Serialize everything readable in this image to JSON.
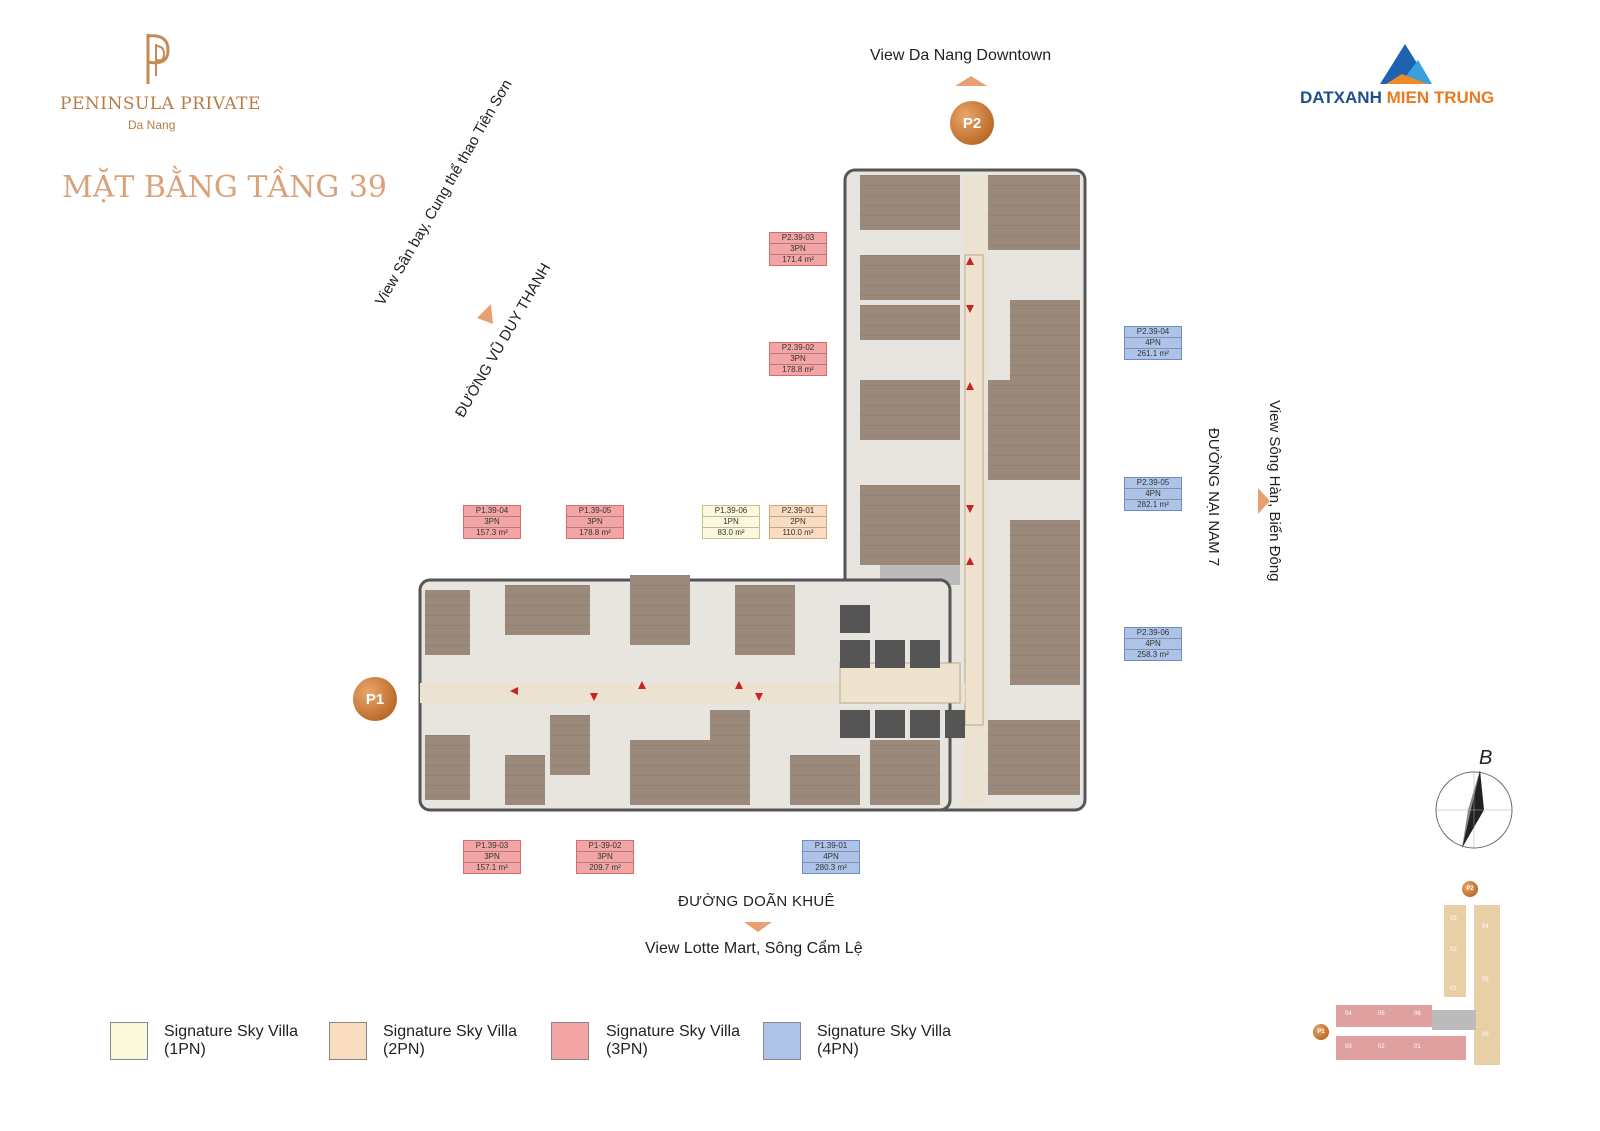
{
  "brand": {
    "logo_icon": "peninsula-p-monogram",
    "name": "PENINSULA PRIVATE",
    "sub": "Da Nang",
    "color": "#b97b45"
  },
  "page_title": "MẶT BẰNG TẦNG 39",
  "partner": {
    "logo_icon": "mountain-triangle-logo",
    "name_a": "DATXANH",
    "name_b": "MIEN TRUNG"
  },
  "views": {
    "top": "View Da Nang Downtown",
    "bottom_road": "ĐƯỜNG DOÃN KHUÊ",
    "bottom": "View Lotte Mart, Sông Cẩm Lệ",
    "left_view": "View Sân bay, Cung thể thao Tiên Sơn",
    "left_road": "ĐƯỜNG VŨ DUY THANH",
    "right_view": "View Sông Hàn, Biển Đông",
    "right_road": "ĐƯỜNG NẠI NAM 7"
  },
  "pins": {
    "p1": "P1",
    "p2": "P2"
  },
  "units": [
    {
      "code": "P2.39-03",
      "type": "3PN",
      "area": "171.4 m²"
    },
    {
      "code": "P2.39-02",
      "type": "3PN",
      "area": "178.8 m²"
    },
    {
      "code": "P2.39-04",
      "type": "4PN",
      "area": "261.1 m²"
    },
    {
      "code": "P2.39-05",
      "type": "4PN",
      "area": "282.1 m²"
    },
    {
      "code": "P2.39-06",
      "type": "4PN",
      "area": "258.3 m²"
    },
    {
      "code": "P1.39-04",
      "type": "3PN",
      "area": "157.3 m²"
    },
    {
      "code": "P1.39-05",
      "type": "3PN",
      "area": "178.8 m²"
    },
    {
      "code": "P1.39-06",
      "type": "1PN",
      "area": "83.0 m²"
    },
    {
      "code": "P2.39-01",
      "type": "2PN",
      "area": "110.0 m²"
    },
    {
      "code": "P1.39-03",
      "type": "3PN",
      "area": "157.1 m²"
    },
    {
      "code": "P1-39-02",
      "type": "3PN",
      "area": "209.7 m²"
    },
    {
      "code": "P1.39-01",
      "type": "4PN",
      "area": "280.3 m²"
    }
  ],
  "legend": [
    {
      "label1": "Signature Sky Villa",
      "label2": "(1PN)",
      "color": "#fbf8dc"
    },
    {
      "label1": "Signature Sky Villa",
      "label2": "(2PN)",
      "color": "#fadcc0"
    },
    {
      "label1": "Signature Sky Villa",
      "label2": "(3PN)",
      "color": "#f3a5a5"
    },
    {
      "label1": "Signature Sky Villa",
      "label2": "(4PN)",
      "color": "#aec3e8"
    }
  ],
  "compass": {
    "label": "B",
    "icon": "north-arrow-icon"
  },
  "keymap": {
    "pin_p1": "P1",
    "pin_p2": "P2",
    "p1_cells": [
      "04",
      "05",
      "06",
      "03",
      "02",
      "01"
    ],
    "p2_cells": [
      "03",
      "02",
      "01",
      "04",
      "05",
      "06"
    ]
  }
}
